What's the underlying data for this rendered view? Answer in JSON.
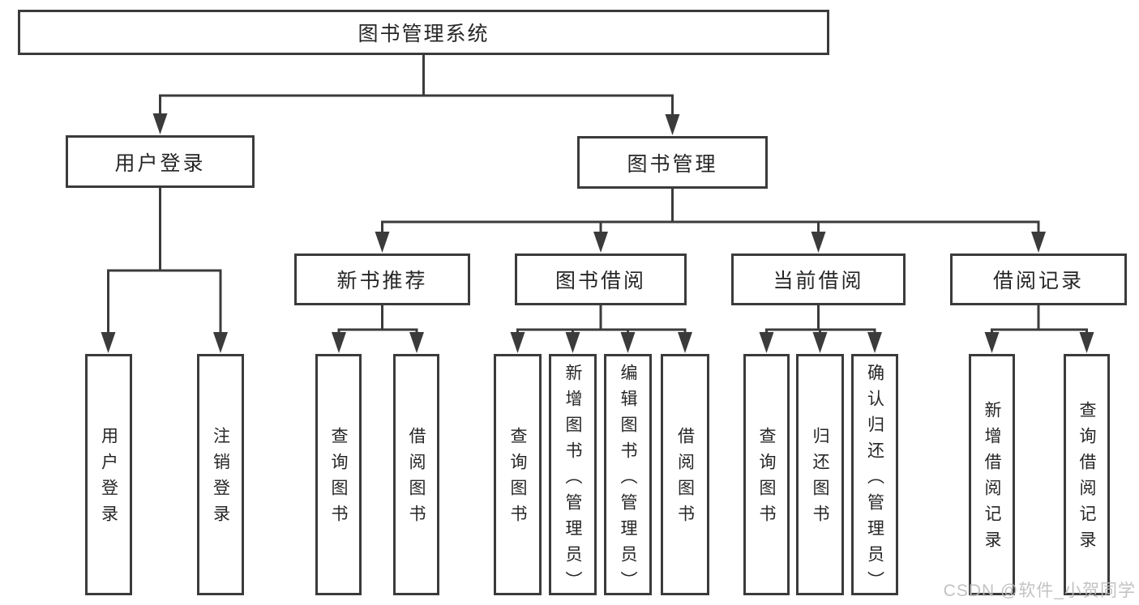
{
  "colors": {
    "line": "#3b3b3b",
    "text": "#262626",
    "background": "#ffffff",
    "watermark": "#bdbdbd"
  },
  "watermark": {
    "text": "CSDN @软件_小贺同学"
  },
  "diagram": {
    "root": {
      "label": "图书管理系统"
    },
    "branches": [
      {
        "label": "用户登录",
        "children": [
          {
            "label": "用户登录"
          },
          {
            "label": "注销登录"
          }
        ]
      },
      {
        "label": "图书管理",
        "children": [
          {
            "label": "新书推荐",
            "children": [
              {
                "label": "查询图书"
              },
              {
                "label": "借阅图书"
              }
            ]
          },
          {
            "label": "图书借阅",
            "children": [
              {
                "label": "查询图书"
              },
              {
                "label": "新增图书（管理员）"
              },
              {
                "label": "编辑图书（管理员）"
              },
              {
                "label": "借阅图书"
              }
            ]
          },
          {
            "label": "当前借阅",
            "children": [
              {
                "label": "查询图书"
              },
              {
                "label": "归还图书"
              },
              {
                "label": "确认归还（管理员）"
              }
            ]
          },
          {
            "label": "借阅记录",
            "children": [
              {
                "label": "新增借阅记录"
              },
              {
                "label": "查询借阅记录"
              }
            ]
          }
        ]
      }
    ]
  }
}
